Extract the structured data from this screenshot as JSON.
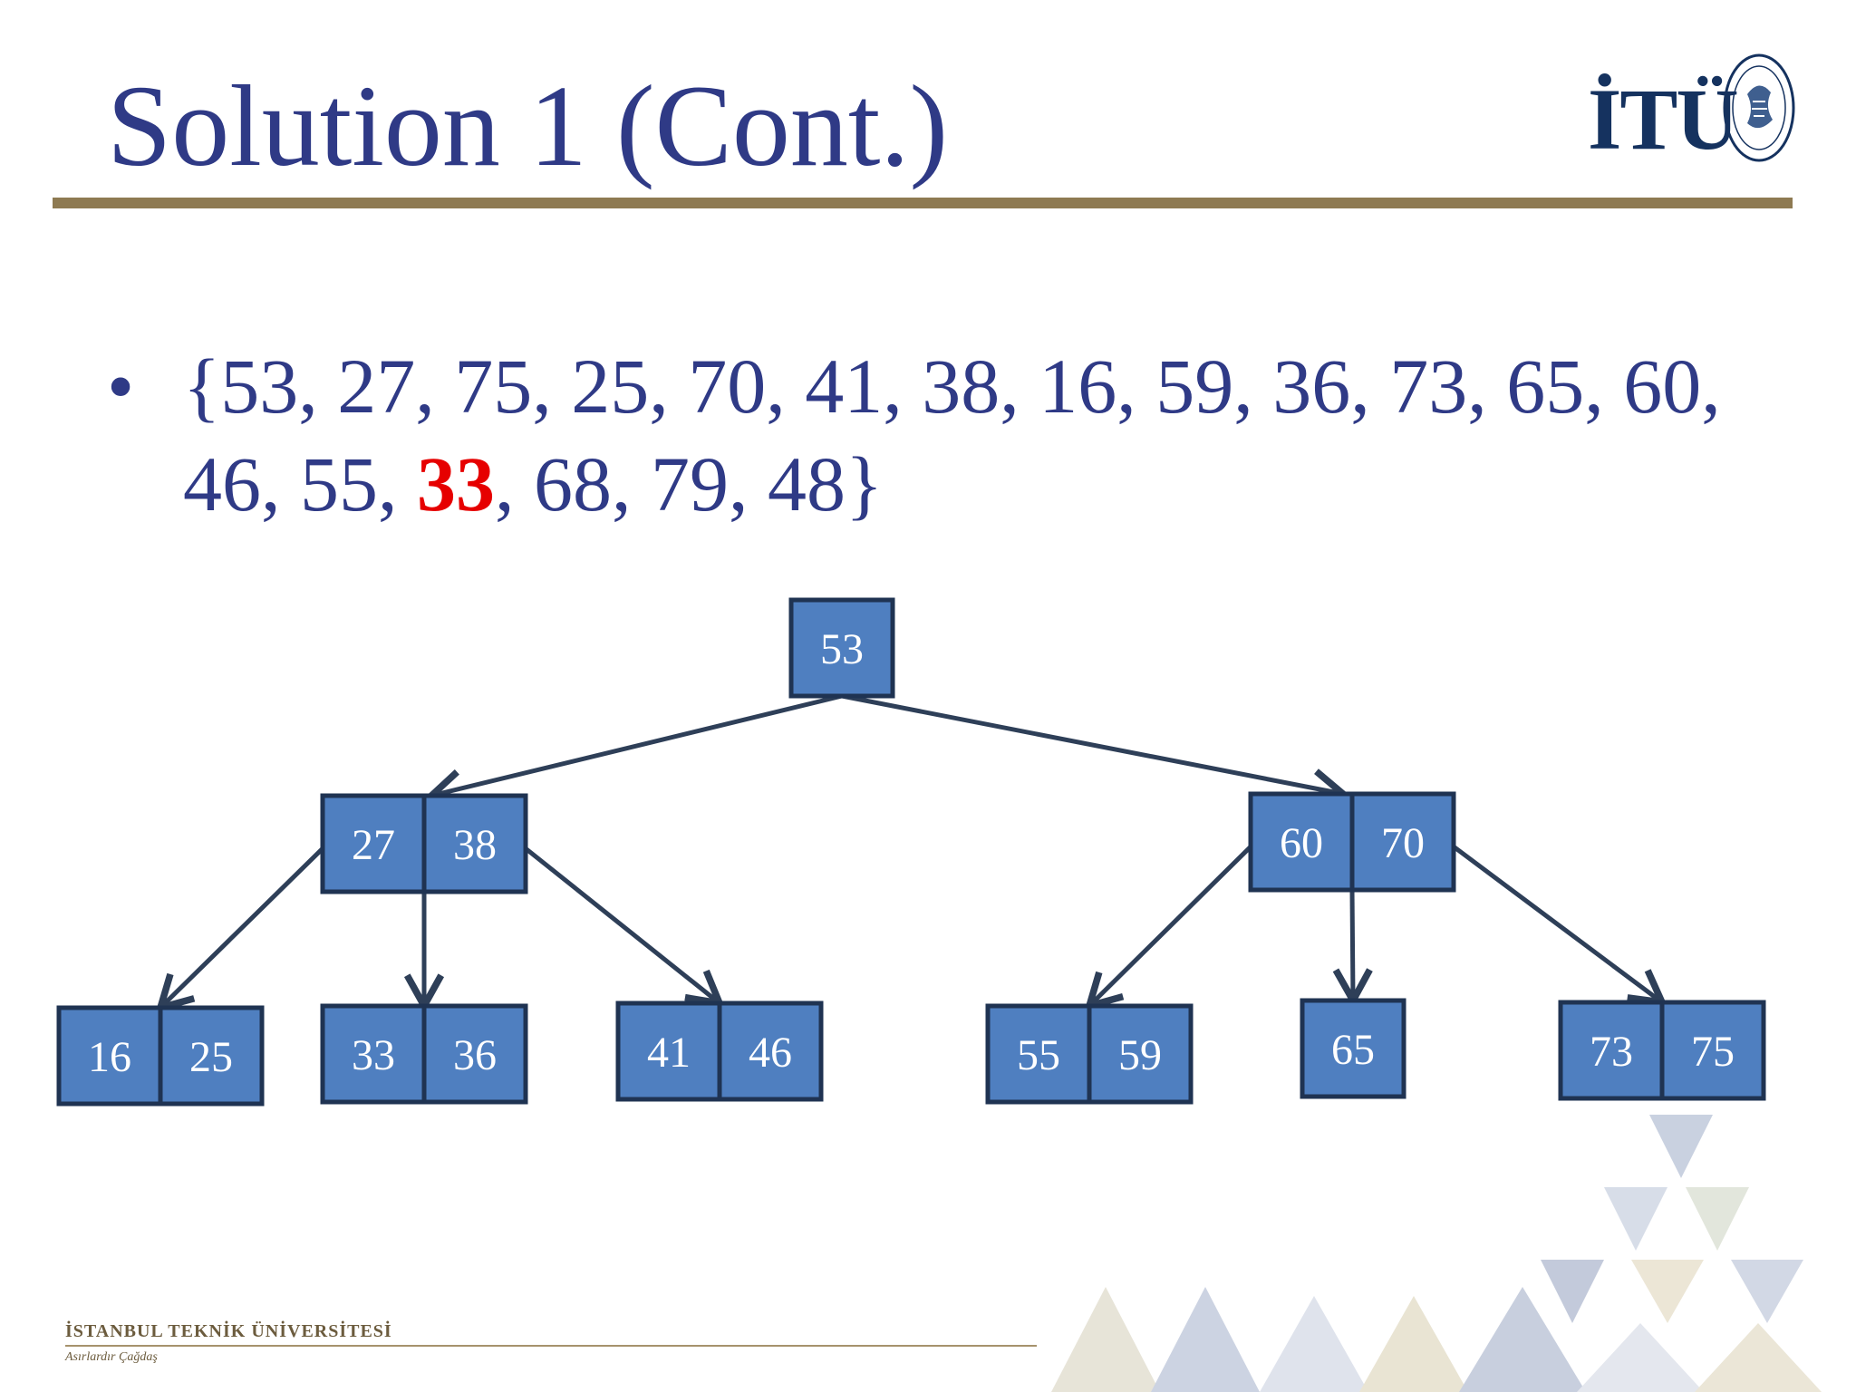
{
  "slide": {
    "title": "Solution 1 (Cont.)",
    "logo_text": "İTÜ",
    "bullet": "•",
    "list_before": "{53, 27, 75, 25, 70, 41, 38, 16, 59, 36, 73, 65, 60, 46, 55, ",
    "list_highlight": "33",
    "list_after": ", 68, 79, 48}",
    "footer_name": "İSTANBUL TEKNİK ÜNİVERSİTESİ",
    "footer_motto": "Asırlardır Çağdaş"
  },
  "colors": {
    "title": "#2f3a86",
    "highlight": "#e60000",
    "node_fill": "#4f7fc0",
    "node_border": "#1f3352",
    "edge": "#2e3f58",
    "rule": "#8e7a52"
  },
  "tree": {
    "nodes": [
      {
        "id": "root",
        "keys": [
          "53"
        ]
      },
      {
        "id": "left",
        "keys": [
          "27",
          "38"
        ]
      },
      {
        "id": "right",
        "keys": [
          "60",
          "70"
        ]
      },
      {
        "id": "ll",
        "keys": [
          "16",
          "25"
        ]
      },
      {
        "id": "lm",
        "keys": [
          "33",
          "36"
        ]
      },
      {
        "id": "lr",
        "keys": [
          "41",
          "46"
        ]
      },
      {
        "id": "rl",
        "keys": [
          "55",
          "59"
        ]
      },
      {
        "id": "rm",
        "keys": [
          "65"
        ]
      },
      {
        "id": "rr",
        "keys": [
          "73",
          "75"
        ]
      }
    ],
    "edges": [
      [
        "root",
        "left"
      ],
      [
        "root",
        "right"
      ],
      [
        "left",
        "ll"
      ],
      [
        "left",
        "lm"
      ],
      [
        "left",
        "lr"
      ],
      [
        "right",
        "rl"
      ],
      [
        "right",
        "rm"
      ],
      [
        "right",
        "rr"
      ]
    ]
  }
}
